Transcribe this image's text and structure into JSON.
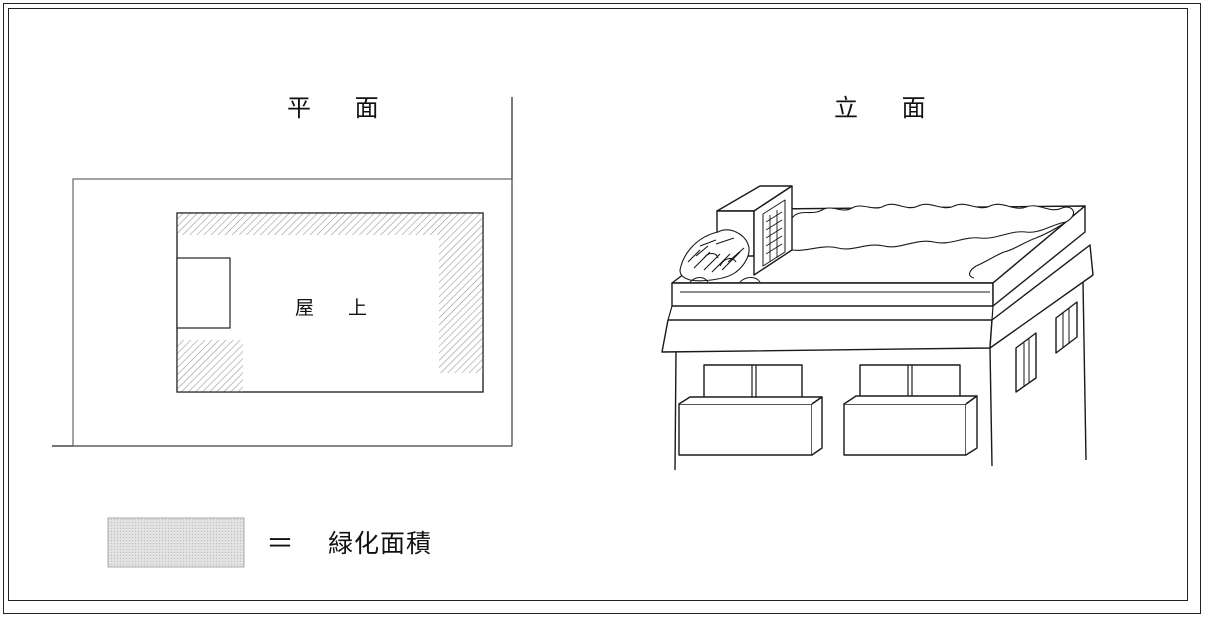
{
  "plan": {
    "title": "平 面",
    "roof_label": "屋 上"
  },
  "elevation": {
    "title": "立 面"
  },
  "legend": {
    "equals": "＝",
    "text": "緑化面積"
  },
  "colors": {
    "line": "#222222",
    "hatch": "#9a9a9a",
    "legend_fill": "#d9d9d9"
  }
}
